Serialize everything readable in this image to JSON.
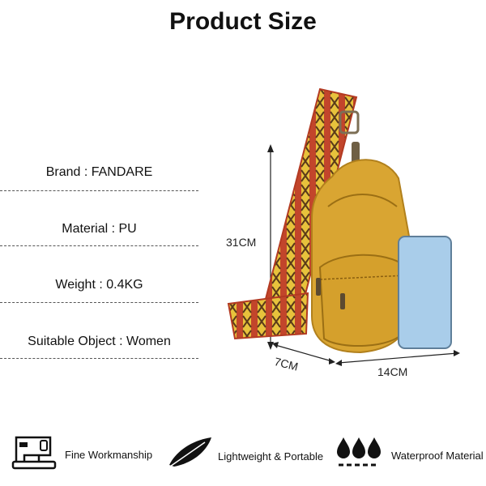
{
  "title": "Product Size",
  "specs": [
    {
      "label": "Brand : FANDARE"
    },
    {
      "label": "Material : PU"
    },
    {
      "label": "Weight : 0.4KG"
    },
    {
      "label": "Suitable Object : Women"
    }
  ],
  "dimensions": {
    "height": "31CM",
    "depth": "7CM",
    "width": "14CM"
  },
  "features": [
    {
      "label": "Fine Workmanship",
      "icon": "sewing-machine-icon"
    },
    {
      "label": "Lightweight & Portable",
      "icon": "feather-icon"
    },
    {
      "label": "Waterproof Material",
      "icon": "water-drops-icon"
    }
  ],
  "colors": {
    "bag": "#d9a532",
    "strap_red": "#c2452b",
    "strap_yellow": "#e7c23c",
    "phone": "#a9cdea"
  }
}
